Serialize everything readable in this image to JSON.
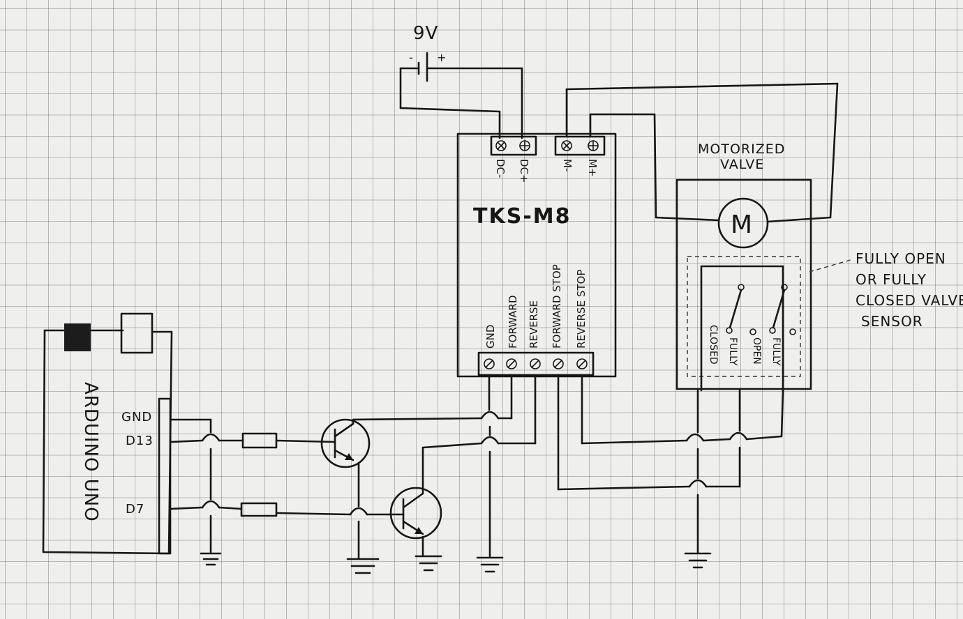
{
  "battery": {
    "voltage": "9V",
    "minus": "-",
    "plus": "+"
  },
  "controller": {
    "name": "TKS-M8",
    "power_terminals": [
      "DC-",
      "DC+"
    ],
    "motor_terminals": [
      "M-",
      "M+"
    ],
    "signal_terminals": [
      "GND",
      "FORWARD",
      "REVERSE",
      "FORWARD STOP",
      "REVERSE STOP"
    ]
  },
  "valve": {
    "title_line1": "MOTORIZED",
    "title_line2": "VALVE",
    "motor_symbol": "M",
    "switches": [
      "CLOSED",
      "FULLY",
      "OPEN",
      "FULLY"
    ]
  },
  "sensor_note": {
    "line1": "FULLY OPEN",
    "line2": "OR FULLY",
    "line3": "CLOSED VALVE",
    "line4": "SENSOR"
  },
  "arduino": {
    "name": "ARDUINO UNO",
    "pins": [
      "GND",
      "D13",
      "D7"
    ]
  }
}
